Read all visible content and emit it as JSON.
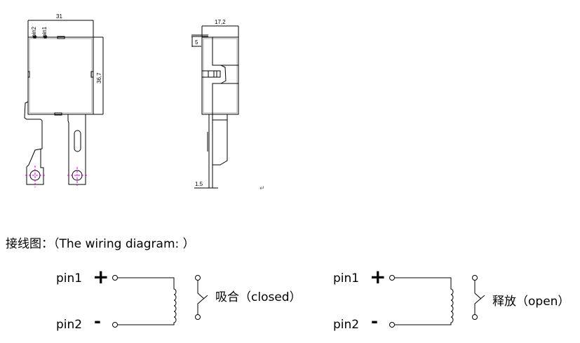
{
  "drawing": {
    "front_view": {
      "width_dim": "31",
      "height_dim": "36,7",
      "pin2_label": "pin2",
      "pin1_label": "pin1"
    },
    "side_view": {
      "width_dim": "17,2",
      "offset_dim": "5",
      "thickness_dim": "1.5"
    },
    "return_mark": "↵"
  },
  "wiring": {
    "heading": "接线图：（The wiring diagram: ）",
    "diagrams": [
      {
        "pin1": "pin1",
        "pin2": "pin2",
        "plus": "+",
        "minus": "-",
        "state": "吸合（closed）"
      },
      {
        "pin1": "pin1",
        "pin2": "pin2",
        "plus": "+",
        "minus": "-",
        "state": "释放（open）"
      }
    ]
  },
  "colors": {
    "line": "#000000",
    "inner_line": "#aaaaaa",
    "center_mark": "#e000e0"
  }
}
